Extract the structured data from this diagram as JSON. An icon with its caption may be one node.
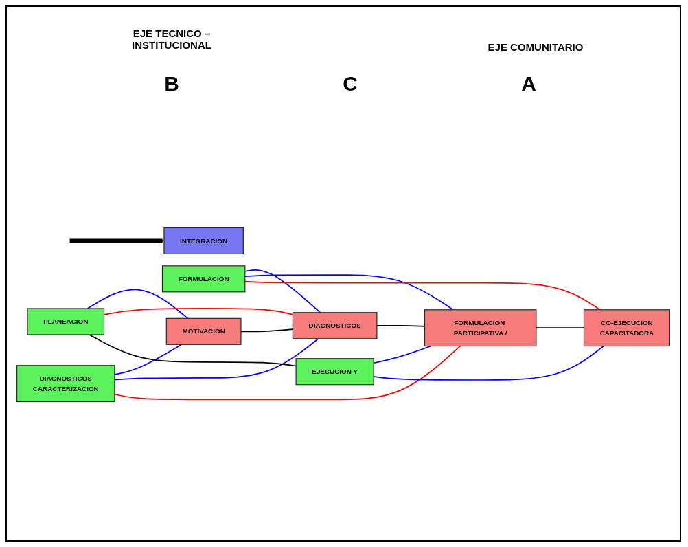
{
  "diagram": {
    "nodes": [
      {
        "text": [
          "PLANEACION"
        ]
      },
      {
        "text": [
          "MOTIVACION"
        ]
      },
      {
        "text": [
          "DIAGNOSTICOS",
          "CARACTERIZACION"
        ]
      },
      {
        "text": [
          "DIAGNOSTICOS"
        ]
      },
      {
        "text": [
          "FORMULACION"
        ]
      },
      {
        "text": [
          "FORMULACION PARTICIPATIVA /"
        ]
      },
      {
        "text": [
          "EJECUCION Y"
        ]
      },
      {
        "text": [
          "CO-EJECUCION",
          "CAPACITADORA"
        ]
      },
      {
        "text": [
          "INTEGRACION"
        ]
      }
    ],
    "edges": [
      {
        "from": 0,
        "to": 1,
        "arrow": "none"
      },
      {
        "from": 0,
        "to": 3,
        "arrow": "none",
        "color": "#ff0000"
      },
      {
        "from": 2,
        "to": 1,
        "arrow": "none"
      },
      {
        "from": 2,
        "to": 3,
        "arrow": "none"
      },
      {
        "from": 2,
        "to": 5,
        "arrow": "none",
        "color": "#ff0000"
      },
      {
        "from": 4,
        "to": 3,
        "arrow": "none"
      },
      {
        "from": 4,
        "to": 5,
        "arrow": "none"
      },
      {
        "from": 4,
        "to": 7,
        "arrow": "none",
        "color": "#ff0000"
      },
      {
        "from": 6,
        "to": 5,
        "arrow": "none"
      },
      {
        "from": 6,
        "to": 7,
        "arrow": "none"
      },
      {
        "from": null,
        "to": 8,
        "arrow": "to",
        "style": "thick",
        "color": "#000000"
      },
      {
        "from": 0,
        "to": 6,
        "arrow": "none",
        "color": "#000000"
      },
      {
        "from": 1,
        "to": 3,
        "arrow": "none",
        "color": "#000000"
      },
      {
        "from": 3,
        "to": 5,
        "arrow": "none",
        "color": "#000000"
      },
      {
        "from": 5,
        "to": 7,
        "arrow": "none",
        "color": "#000000"
      }
    ],
    "labels": [
      "EJE TECNICO – INSTITUCIONAL",
      "EJE COMUNITARIO",
      "B",
      "C",
      "A"
    ]
  }
}
